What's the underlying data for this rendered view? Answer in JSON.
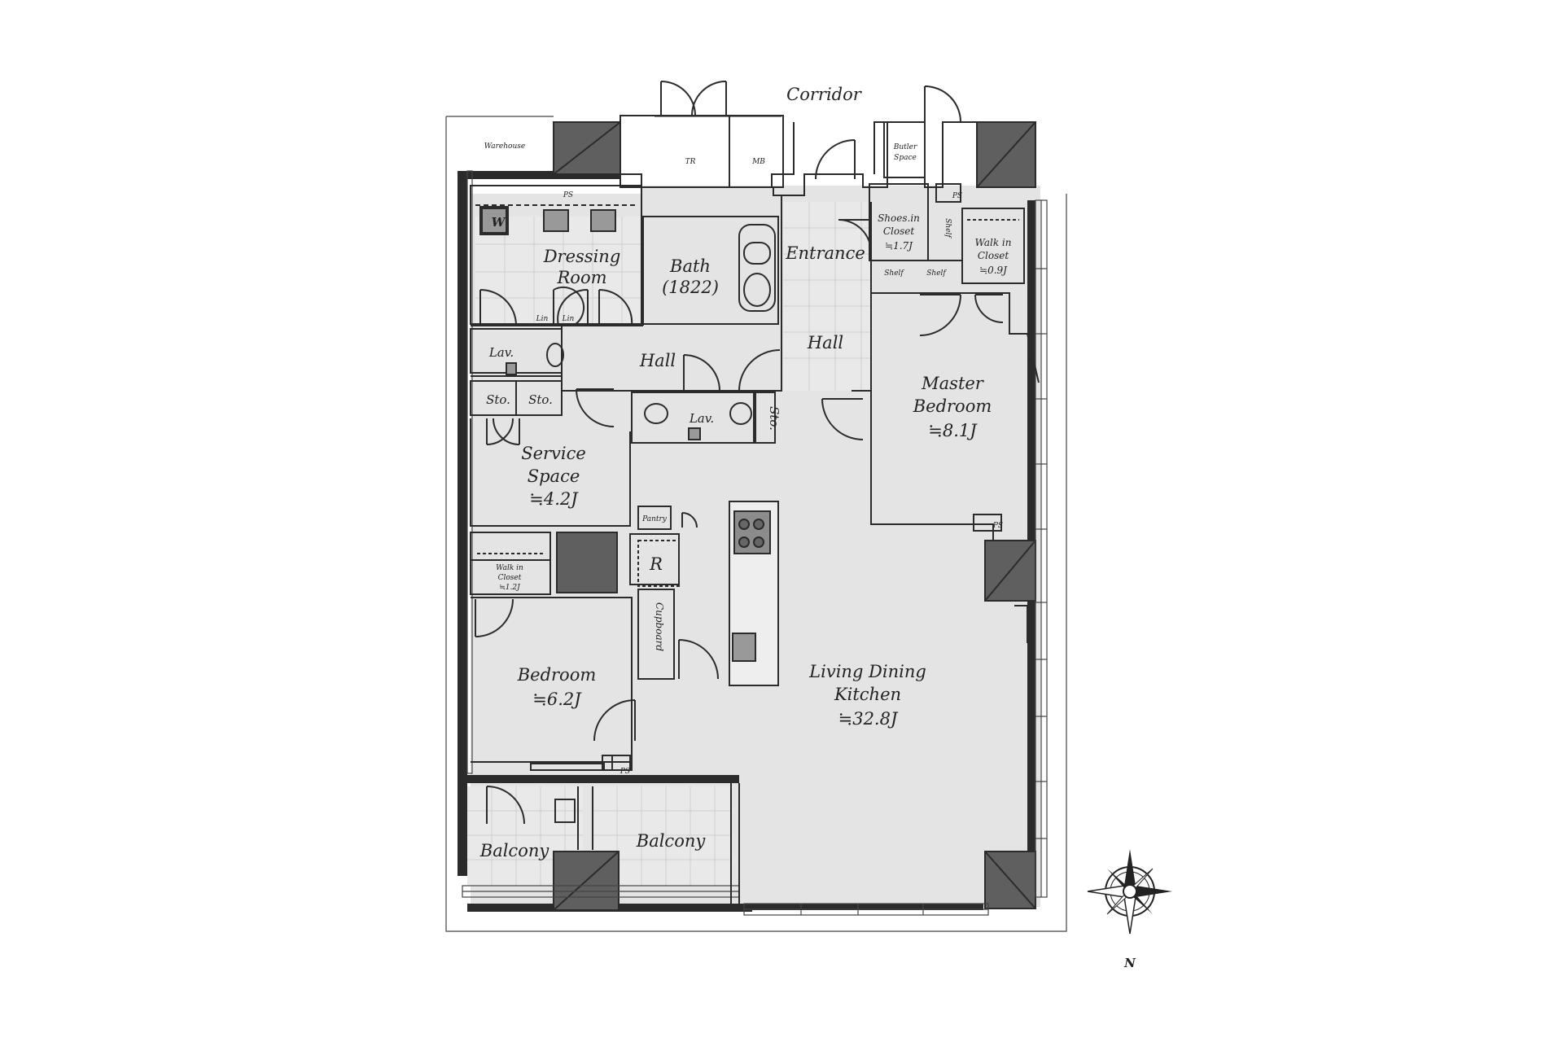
{
  "labels": {
    "corridor": "Corridor",
    "warehouse": "Warehouse",
    "tr": "TR",
    "mb": "MB",
    "butler": [
      "Butler",
      "Space"
    ],
    "ps": "PS",
    "dressing": [
      "Dressing",
      "Room"
    ],
    "bath": [
      "Bath",
      "(1822)"
    ],
    "entrance": "Entrance",
    "shoes_closet": [
      "Shoes.in",
      "Closet",
      "≒1.7J"
    ],
    "shelf": "Shelf",
    "walkin_master": [
      "Walk in",
      "Closet",
      "≒0.9J"
    ],
    "lin": "Lin",
    "lav": "Lav.",
    "hall": "Hall",
    "sto": "Sto.",
    "master": [
      "Master",
      "Bedroom",
      "≒8.1J"
    ],
    "service": [
      "Service",
      "Space",
      "≒4.2J"
    ],
    "pantry": "Pantry",
    "refrigerator": "R",
    "walkin_bed": [
      "Walk in",
      "Closet",
      "≒1.2J"
    ],
    "cupboard": "Cupboard",
    "bedroom": [
      "Bedroom",
      "≒6.2J"
    ],
    "ldk": [
      "Living Dining",
      "Kitchen",
      "≒32.8J"
    ],
    "balcony": "Balcony",
    "washer": "W",
    "north": "N"
  }
}
